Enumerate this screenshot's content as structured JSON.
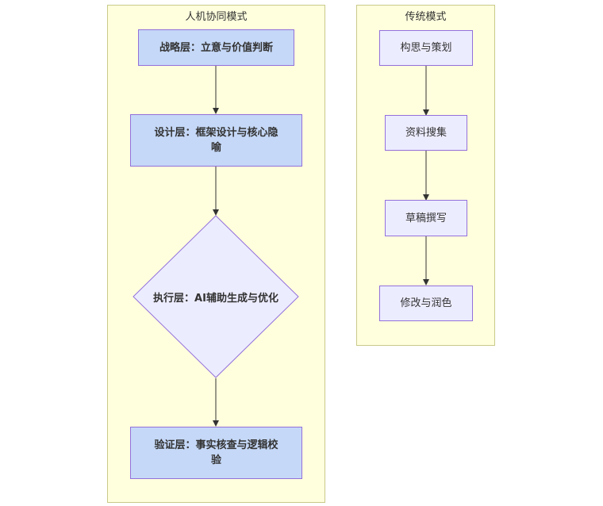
{
  "clusters": {
    "human_ai": {
      "title": "人机协同模式",
      "nodes": {
        "strategy": "战略层：立意与价值判断",
        "design": "设计层：框架设计与核心隐喻",
        "execute": "执行层：AI辅助生成与优化",
        "verify": "验证层：事实核查与逻辑校验"
      }
    },
    "traditional": {
      "title": "传统模式",
      "nodes": {
        "plan": "构思与策划",
        "collect": "资料搜集",
        "draft": "草稿撰写",
        "polish": "修改与润色"
      }
    }
  },
  "colors": {
    "cluster_fill": "#ffffde",
    "cluster_border": "#c9c98a",
    "node_fill_strong": "#c5d8f7",
    "node_fill_plain": "#ececff",
    "node_border": "#9370db",
    "edge": "#333333"
  }
}
